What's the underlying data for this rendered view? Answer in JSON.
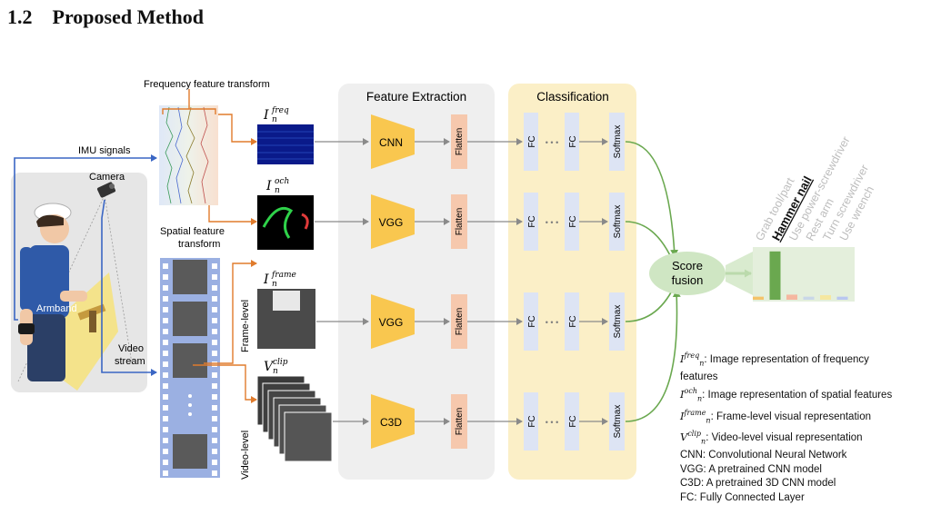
{
  "heading": {
    "number": "1.2",
    "title": "Proposed Method"
  },
  "labels": {
    "frequency_transform": "Frequency feature transform",
    "imu_signals": "IMU signals",
    "camera": "Camera",
    "spatial_transform_line1": "Spatial feature",
    "spatial_transform_line2": "transform",
    "armband": "Armband",
    "video_stream_line1": "Video",
    "video_stream_line2": "stream",
    "frame_level": "Frame-level",
    "video_level": "Video-level"
  },
  "reps": {
    "freq": {
      "base": "I",
      "sub": "n",
      "sup": "freq"
    },
    "och": {
      "base": "I",
      "sub": "n",
      "sup": "och"
    },
    "frame": {
      "base": "I",
      "sub": "n",
      "sup": "frame"
    },
    "clip": {
      "base": "V",
      "sub": "n",
      "sup": "clip"
    }
  },
  "sections": {
    "feature_extraction": "Feature Extraction",
    "classification": "Classification"
  },
  "pipelines": [
    {
      "backbone": "CNN",
      "flatten": "Flatten",
      "fc1": "FC",
      "dots": "• • •",
      "fc2": "FC",
      "softmax": "Softmax"
    },
    {
      "backbone": "VGG",
      "flatten": "Flatten",
      "fc1": "FC",
      "dots": "• • •",
      "fc2": "FC",
      "softmax": "Softmax"
    },
    {
      "backbone": "VGG",
      "flatten": "Flatten",
      "fc1": "FC",
      "dots": "• • •",
      "fc2": "FC",
      "softmax": "Softmax"
    },
    {
      "backbone": "C3D",
      "flatten": "Flatten",
      "fc1": "FC",
      "dots": "• • •",
      "fc2": "FC",
      "softmax": "Softmax"
    }
  ],
  "fusion": {
    "line1": "Score",
    "line2": "fusion"
  },
  "result_classes": [
    "Grab tool/part",
    "Hammer nail",
    "Use power-screwdriver",
    "Rest arm",
    "Turn screwdriver",
    "Use wrench"
  ],
  "result_scores": [
    0.06,
    0.95,
    0.1,
    0.06,
    0.09,
    0.06
  ],
  "result_colors": [
    "#f4c36a",
    "#6aa84f",
    "#f5b7a0",
    "#c9d7e8",
    "#f5e7a0",
    "#b9c7f0"
  ],
  "legend": [
    {
      "base": "I",
      "sup": "freq",
      "sub": "n",
      "text": ": Image representation of frequency"
    },
    {
      "text": "features"
    },
    {
      "base": "I",
      "sup": "och",
      "sub": "n",
      "text": ": Image representation of spatial features"
    },
    {
      "base": "I",
      "sup": "frame",
      "sub": "n",
      "text": ": Frame-level visual representation"
    },
    {
      "base": "V",
      "sup": "clip",
      "sub": "n",
      "text": ": Video-level visual representation"
    },
    {
      "text": "CNN: Convolutional Neural Network"
    },
    {
      "text": "VGG: A pretrained CNN model"
    },
    {
      "text": "C3D: A pretrained 3D CNN model"
    },
    {
      "text": "FC: Fully Connected Layer"
    }
  ],
  "colors": {
    "blue_line": "#3a66c4",
    "orange_line": "#e07b2c",
    "green_line": "#6aa84f",
    "trapezoid": "#f9c74f",
    "flatten": "#f6c8ad",
    "fc": "#dde4f4",
    "fe_bg": "#efefef",
    "cls_bg": "#fbefc7",
    "fusion": "#cfe6c3"
  }
}
